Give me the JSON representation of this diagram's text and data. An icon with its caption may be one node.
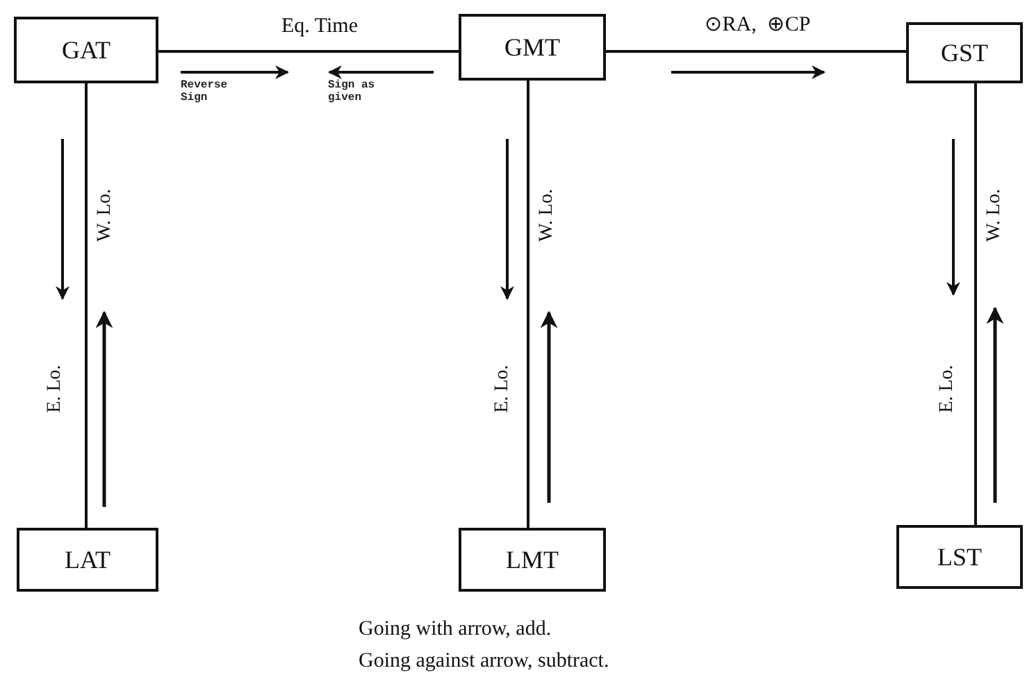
{
  "diagram": {
    "nodes": [
      {
        "text": [
          "GAT"
        ]
      },
      {
        "text": [
          "GMT"
        ]
      },
      {
        "text": [
          "GST"
        ]
      },
      {
        "text": [
          "LAT"
        ]
      },
      {
        "text": [
          "LMT"
        ]
      },
      {
        "text": [
          "LST"
        ]
      }
    ],
    "edges": [
      {
        "from": 0,
        "to": 1,
        "arrow": "none",
        "label": "Eq. Time"
      },
      {
        "from": 1,
        "to": 2,
        "arrow": "none",
        "label": "⊙RA,  ⊕CP"
      },
      {
        "from": 0,
        "to": 3,
        "arrow": "none"
      },
      {
        "from": 1,
        "to": 4,
        "arrow": "none"
      },
      {
        "from": 2,
        "to": 5,
        "arrow": "none"
      }
    ],
    "labels": [
      "Reverse Sign",
      "Sign as given",
      "W. Lo.",
      "E. Lo.",
      "W. Lo.",
      "E. Lo.",
      "W. Lo.",
      "E. Lo.",
      "Going with arrow, add.",
      "Going against arrow, subtract."
    ]
  }
}
